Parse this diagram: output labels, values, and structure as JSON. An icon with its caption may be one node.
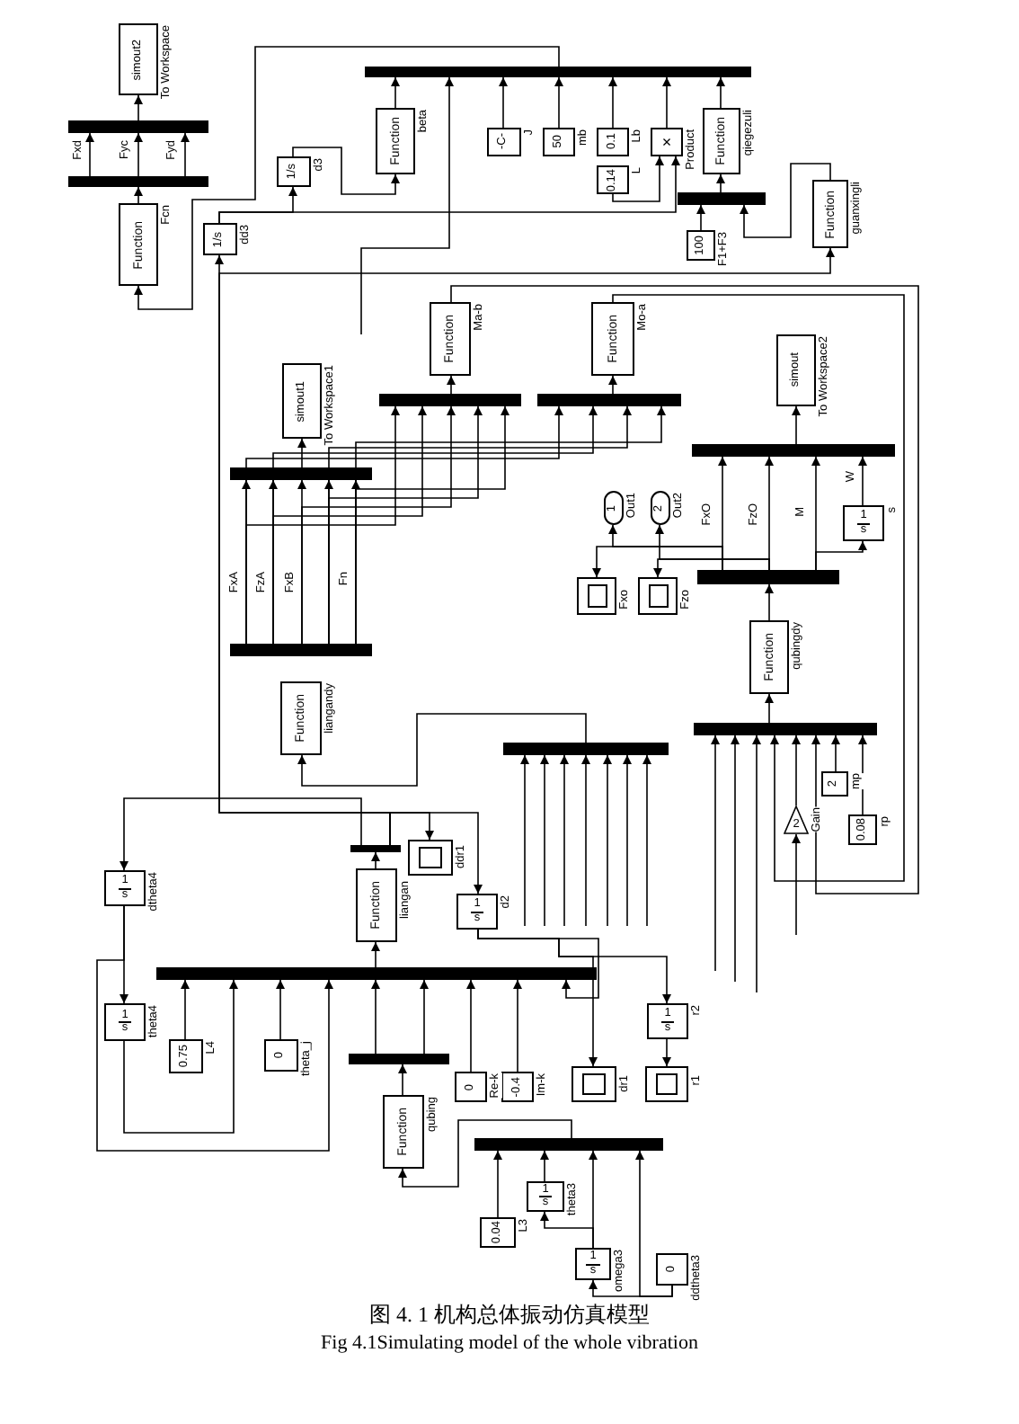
{
  "diagram": {
    "caption": "图 4. 1 机构总体振动仿真模型",
    "nodes": [
      {
        "text": [
          "simout2"
        ],
        "beside": [
          "To Workspace"
        ]
      },
      {
        "text": [],
        "shape": "bar"
      },
      {
        "text": [],
        "shape": "bar"
      },
      {
        "text": [
          "Function"
        ],
        "beside": [
          "Fcn"
        ]
      },
      {
        "text": [],
        "shape": "bar"
      },
      {
        "text": [
          "Function"
        ],
        "beside": [
          "beta"
        ]
      },
      {
        "text": [
          "-C-"
        ],
        "beside": [
          "J"
        ]
      },
      {
        "text": [
          "50"
        ],
        "beside": [
          "mb"
        ]
      },
      {
        "text": [
          "0.1"
        ],
        "beside": [
          "Lb"
        ]
      },
      {
        "text": [
          "0.14"
        ],
        "beside": [
          "L"
        ]
      },
      {
        "text": [
          "×"
        ],
        "beside": [
          "Product"
        ]
      },
      {
        "text": [
          "Function"
        ],
        "beside": [
          "qiegezuli"
        ]
      },
      {
        "text": [],
        "shape": "bar"
      },
      {
        "text": [
          "100"
        ],
        "beside": [
          "F1+F3"
        ]
      },
      {
        "text": [
          "Function"
        ],
        "beside": [
          "guanxingli"
        ]
      },
      {
        "text": [
          "1/s"
        ],
        "beside": [
          "d3"
        ]
      },
      {
        "text": [
          "1/s"
        ],
        "beside": [
          "dd3"
        ]
      },
      {
        "text": [
          "Function"
        ],
        "beside": [
          "Ma-b"
        ]
      },
      {
        "text": [],
        "shape": "bar"
      },
      {
        "text": [
          "Function"
        ],
        "beside": [
          "Mo-a"
        ]
      },
      {
        "text": [],
        "shape": "bar"
      },
      {
        "text": [
          "simout"
        ],
        "beside": [
          "To Workspace2"
        ]
      },
      {
        "text": [
          "simout1"
        ],
        "beside": [
          "To Workspace1"
        ]
      },
      {
        "text": [],
        "shape": "bar"
      },
      {
        "text": [],
        "shape": "bar"
      },
      {
        "text": [
          "Function"
        ],
        "beside": [
          "liangandy"
        ]
      },
      {
        "text": [],
        "shape": "bar"
      },
      {
        "text": [
          "1"
        ],
        "beside": [
          "Out1"
        ]
      },
      {
        "text": [
          "2"
        ],
        "beside": [
          "Out2"
        ]
      },
      {
        "text": [
          "1",
          "s"
        ],
        "beside": [
          "s"
        ]
      },
      {
        "text": [],
        "shape": "box",
        "beside": [
          "Fxo"
        ]
      },
      {
        "text": [],
        "shape": "box",
        "beside": [
          "Fzo"
        ]
      },
      {
        "text": [],
        "shape": "bar"
      },
      {
        "text": [
          "Function"
        ],
        "beside": [
          "qubingdy"
        ]
      },
      {
        "text": [],
        "shape": "bar"
      },
      {
        "text": [
          "2"
        ],
        "beside": [
          "Gain"
        ]
      },
      {
        "text": [
          "2"
        ],
        "beside": [
          "mp"
        ]
      },
      {
        "text": [
          "0.08"
        ],
        "beside": [
          "rp"
        ]
      },
      {
        "text": [],
        "shape": "bar"
      },
      {
        "text": [],
        "shape": "bar"
      },
      {
        "text": [],
        "shape": "box",
        "beside": [
          "ddr1"
        ]
      },
      {
        "text": [
          "1",
          "s"
        ],
        "beside": [
          "dtheta4"
        ]
      },
      {
        "text": [
          "Function"
        ],
        "beside": [
          "liangan"
        ]
      },
      {
        "text": [
          "1",
          "s"
        ],
        "beside": [
          "d2"
        ]
      },
      {
        "text": [],
        "shape": "bar"
      },
      {
        "text": [
          "1",
          "s"
        ],
        "beside": [
          "theta4"
        ]
      },
      {
        "text": [
          "0.75"
        ],
        "beside": [
          "L4"
        ]
      },
      {
        "text": [
          "0"
        ],
        "beside": [
          "theta_j"
        ]
      },
      {
        "text": [
          "1",
          "s"
        ],
        "beside": [
          "r2"
        ]
      },
      {
        "text": [],
        "shape": "bar"
      },
      {
        "text": [
          "0"
        ],
        "beside": [
          "Re-k"
        ]
      },
      {
        "text": [
          "-0.4"
        ],
        "beside": [
          "Im-k"
        ]
      },
      {
        "text": [],
        "shape": "box",
        "beside": [
          "dr1"
        ]
      },
      {
        "text": [],
        "shape": "box",
        "beside": [
          "r1"
        ]
      },
      {
        "text": [
          "Function"
        ],
        "beside": [
          "qubing"
        ]
      },
      {
        "text": [],
        "shape": "bar"
      },
      {
        "text": [
          "0.04"
        ],
        "beside": [
          "L3"
        ]
      },
      {
        "text": [
          "1",
          "s"
        ],
        "beside": [
          "theta3"
        ]
      },
      {
        "text": [
          "1",
          "s"
        ],
        "beside": [
          "omega3"
        ]
      },
      {
        "text": [
          "0"
        ],
        "beside": [
          "ddtheta3"
        ]
      }
    ],
    "edges": [
      {
        "from": 2,
        "to": 1,
        "arrow": "to",
        "label": "Fxd"
      },
      {
        "from": 2,
        "to": 1,
        "arrow": "to",
        "label": "Fyc"
      },
      {
        "from": 2,
        "to": 1,
        "arrow": "to",
        "label": "Fyd"
      },
      {
        "from": 1,
        "to": 0,
        "arrow": "to"
      },
      {
        "from": 3,
        "to": 2,
        "arrow": "to"
      },
      {
        "from": 4,
        "to": 3,
        "arrow": "to"
      },
      {
        "from": 5,
        "to": 4,
        "arrow": "to"
      },
      {
        "from": 6,
        "to": 4,
        "arrow": "to"
      },
      {
        "from": 7,
        "to": 4,
        "arrow": "to"
      },
      {
        "from": 8,
        "to": 4,
        "arrow": "to"
      },
      {
        "from": 10,
        "to": 4,
        "arrow": "to"
      },
      {
        "from": 11,
        "to": 4,
        "arrow": "to"
      },
      {
        "from": 9,
        "to": 10,
        "arrow": "to"
      },
      {
        "from": 12,
        "to": 11,
        "arrow": "to"
      },
      {
        "from": 13,
        "to": 12,
        "arrow": "to"
      },
      {
        "from": 14,
        "to": 12,
        "arrow": "to"
      },
      {
        "from": 15,
        "to": 5,
        "arrow": "to"
      },
      {
        "from": 16,
        "to": 15,
        "arrow": "to"
      },
      {
        "from": 16,
        "to": 10,
        "arrow": "to"
      },
      {
        "from": 18,
        "to": 17,
        "arrow": "to"
      },
      {
        "from": 20,
        "to": 19,
        "arrow": "to"
      },
      {
        "from": 23,
        "to": 22,
        "arrow": "to"
      },
      {
        "from": 24,
        "to": 23,
        "arrow": "to",
        "label": "FxA"
      },
      {
        "from": 24,
        "to": 23,
        "arrow": "to",
        "label": "FzA"
      },
      {
        "from": 24,
        "to": 23,
        "arrow": "to",
        "label": "FxB"
      },
      {
        "from": 24,
        "to": 23,
        "arrow": "to"
      },
      {
        "from": 24,
        "to": 23,
        "arrow": "to",
        "label": "Fn"
      },
      {
        "from": 24,
        "to": 18,
        "arrow": "to"
      },
      {
        "from": 24,
        "to": 18,
        "arrow": "to"
      },
      {
        "from": 24,
        "to": 18,
        "arrow": "to"
      },
      {
        "from": 24,
        "to": 18,
        "arrow": "to"
      },
      {
        "from": 24,
        "to": 18,
        "arrow": "to"
      },
      {
        "from": 24,
        "to": 20,
        "arrow": "to"
      },
      {
        "from": 24,
        "to": 20,
        "arrow": "to"
      },
      {
        "from": 24,
        "to": 20,
        "arrow": "to"
      },
      {
        "from": 24,
        "to": 20,
        "arrow": "to"
      },
      {
        "from": 17,
        "to": 34,
        "arrow": "to"
      },
      {
        "from": 19,
        "to": 34,
        "arrow": "to"
      },
      {
        "from": 35,
        "to": 34,
        "arrow": "to"
      },
      {
        "from": 36,
        "to": 34,
        "arrow": "to"
      },
      {
        "from": 37,
        "to": 34,
        "arrow": "to"
      },
      {
        "from": null,
        "to": 35,
        "arrow": "to"
      },
      {
        "from": 34,
        "to": 33,
        "arrow": "to"
      },
      {
        "from": 33,
        "to": 32,
        "arrow": "to"
      },
      {
        "from": 32,
        "to": 26,
        "arrow": "to",
        "label": "FxO"
      },
      {
        "from": 32,
        "to": 26,
        "arrow": "to",
        "label": "FzO"
      },
      {
        "from": 32,
        "to": 26,
        "arrow": "to",
        "label": "M"
      },
      {
        "from": 29,
        "to": 26,
        "arrow": "to",
        "label": "W"
      },
      {
        "from": 32,
        "to": 29,
        "arrow": "to"
      },
      {
        "from": 32,
        "to": 27,
        "arrow": "to"
      },
      {
        "from": 32,
        "to": 30,
        "arrow": "to"
      },
      {
        "from": 32,
        "to": 28,
        "arrow": "to"
      },
      {
        "from": 32,
        "to": 31,
        "arrow": "to"
      },
      {
        "from": 26,
        "to": 21,
        "arrow": "to"
      },
      {
        "from": 38,
        "to": 25,
        "arrow": "to"
      },
      {
        "from": null,
        "to": 38,
        "arrow": "to"
      },
      {
        "from": null,
        "to": 38,
        "arrow": "to"
      },
      {
        "from": null,
        "to": 38,
        "arrow": "to"
      },
      {
        "from": null,
        "to": 38,
        "arrow": "to"
      },
      {
        "from": null,
        "to": 38,
        "arrow": "to"
      },
      {
        "from": null,
        "to": 38,
        "arrow": "to"
      },
      {
        "from": null,
        "to": 38,
        "arrow": "to"
      },
      {
        "from": 44,
        "to": 42,
        "arrow": "to"
      },
      {
        "from": 42,
        "to": 39,
        "arrow": "to"
      },
      {
        "from": 39,
        "to": 41,
        "arrow": "to"
      },
      {
        "from": 39,
        "to": 40,
        "arrow": "to"
      },
      {
        "from": 39,
        "to": 43,
        "arrow": "to"
      },
      {
        "from": 39,
        "to": 16,
        "arrow": "to"
      },
      {
        "from": 39,
        "to": 14,
        "arrow": "to"
      },
      {
        "from": 41,
        "to": 45,
        "arrow": "to"
      },
      {
        "from": 41,
        "to": 44,
        "arrow": "to"
      },
      {
        "from": 45,
        "to": 44,
        "arrow": "to"
      },
      {
        "from": 46,
        "to": 44,
        "arrow": "to"
      },
      {
        "from": 47,
        "to": 44,
        "arrow": "to"
      },
      {
        "from": 49,
        "to": 44,
        "arrow": "to"
      },
      {
        "from": 49,
        "to": 44,
        "arrow": "to"
      },
      {
        "from": 50,
        "to": 44,
        "arrow": "to"
      },
      {
        "from": 51,
        "to": 44,
        "arrow": "to"
      },
      {
        "from": 43,
        "to": 44,
        "arrow": "to"
      },
      {
        "from": 43,
        "to": 48,
        "arrow": "to"
      },
      {
        "from": 43,
        "to": 52,
        "arrow": "to"
      },
      {
        "from": 48,
        "to": 53,
        "arrow": "to"
      },
      {
        "from": 55,
        "to": 54,
        "arrow": "to"
      },
      {
        "from": 54,
        "to": 49,
        "arrow": "to"
      },
      {
        "from": 56,
        "to": 55,
        "arrow": "to"
      },
      {
        "from": 57,
        "to": 55,
        "arrow": "to"
      },
      {
        "from": 58,
        "to": 55,
        "arrow": "to"
      },
      {
        "from": 59,
        "to": 55,
        "arrow": "to"
      },
      {
        "from": 59,
        "to": 58,
        "arrow": "to"
      },
      {
        "from": 58,
        "to": 57,
        "arrow": "to"
      },
      {
        "from": null,
        "to": 4,
        "arrow": "to"
      },
      {
        "from": null,
        "to": 34,
        "arrow": "to"
      },
      {
        "from": null,
        "to": 34,
        "arrow": "to"
      },
      {
        "from": null,
        "to": 34,
        "arrow": "to"
      }
    ],
    "labels": [
      "Fig 4.1Simulating model of the whole vibration"
    ]
  }
}
